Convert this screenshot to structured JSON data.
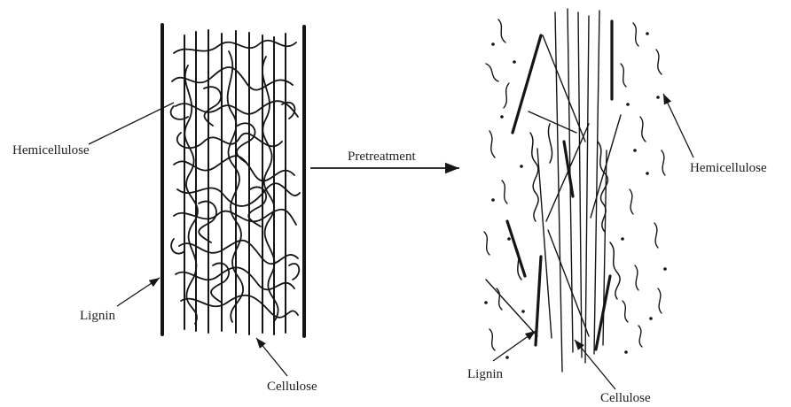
{
  "labels": {
    "hemicellulose_left": "Hemicellulose",
    "lignin_left": "Lignin",
    "cellulose_left": "Cellulose",
    "pretreatment": "Pretreatment",
    "hemicellulose_right": "Hemicellulose",
    "lignin_right": "Lignin",
    "cellulose_right": "Cellulose"
  },
  "colors": {
    "ink": "#151515",
    "background": "#ffffff"
  }
}
